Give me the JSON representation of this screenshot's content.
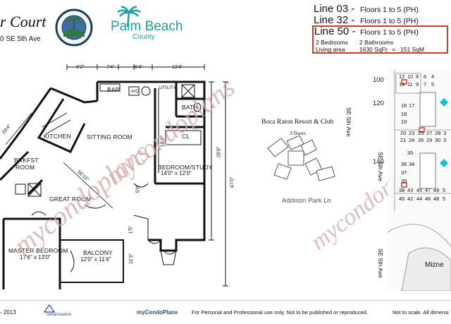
{
  "header": {
    "project_title": "r Court",
    "address": "0 SE 5th Ave",
    "county_name": "Palm Beach",
    "county_word": "County"
  },
  "lines": {
    "line03": "Line 03 -",
    "line03_floors": "Floors 1 to 5 (PH)",
    "line32": "Line 32 -",
    "line32_floors": "Floors 1 to 5 (PH)",
    "line50": "Line 50 -",
    "line50_floors": "Floors 1 to 5 (PH)",
    "bedrooms": "2 Bedrooms",
    "bathrooms": "2 Bathrooms",
    "living_area_label": "Living area",
    "sqft": "1630 SqFt",
    "equals": "=",
    "sqm": "151 SqM",
    "highlight_color": "#d23a2a"
  },
  "rooms": {
    "bar": "BAR",
    "ac": "A/C",
    "utility": "UTILITY",
    "bath": "BATH",
    "cl": "CL",
    "kitchen": "KITCHEN",
    "sitting_room": "SITTING ROOM",
    "bedroom_study": "BEDROOM/STUDY",
    "bedroom_study_size": "14'0\" x 12'0\"",
    "brkfst1": "BRKFST",
    "brkfst2": "ROOM",
    "great_room": "GREAT ROOM",
    "master_bedroom": "MASTER BEDROOM",
    "master_bedroom_size": "17'6\" x 13'0\"",
    "balcony": "BALCONY",
    "balcony_size": "12'0\" x 11'4\""
  },
  "dimensions": {
    "d1": "8'2\"",
    "d2": "7'4\"",
    "d3": "5'4\"",
    "d4": "13'4\"",
    "d5": "28'8\"",
    "d6": "47'0\"",
    "d7": "18'4\"",
    "d8": "5'0\"",
    "d9": "11'3\"",
    "d10": "1'5\"",
    "d11": "29'4\"",
    "d12": "56'10\""
  },
  "site": {
    "resort1": "Boca Raton Resort & Club",
    "resort2": "3 floors",
    "road": "Addison Park Ln",
    "ave1": "SE 5th Ave",
    "ave2": "SE 5th Ave",
    "ave3": "SE 5th Ave",
    "mizner": "Mizne",
    "rows": [
      "100",
      "120",
      "140"
    ],
    "unit_row1": [
      "12",
      "10",
      "8",
      "6",
      "4"
    ],
    "unit_row2": [
      "14",
      "11",
      "9",
      "7",
      "5"
    ],
    "unit_col1": [
      "16",
      "18",
      "19"
    ],
    "unit_col2": [
      "17"
    ],
    "unit_row3": [
      "20",
      "23",
      "25",
      "27",
      "28",
      "3"
    ],
    "unit_row4": [
      "21",
      "24",
      "26",
      "29",
      "30",
      "3"
    ],
    "unit_col3": [
      "35",
      "36",
      "37",
      "39"
    ],
    "unit_col3b": [
      "34"
    ],
    "unit_row5": [
      "38",
      "43",
      "45",
      "47",
      "49",
      "5"
    ],
    "unit_row6": [
      "40",
      "42",
      "44",
      "46",
      "48",
      "5"
    ]
  },
  "watermark": "mycondoplans",
  "footer": {
    "year": "- 2013",
    "brand": "myCondoPlans",
    "rights": "For Personal and Professional use only. Not to be published or reproduced.",
    "scale": "Not to scale. All dimensi",
    "logo_text": "renaissance"
  }
}
